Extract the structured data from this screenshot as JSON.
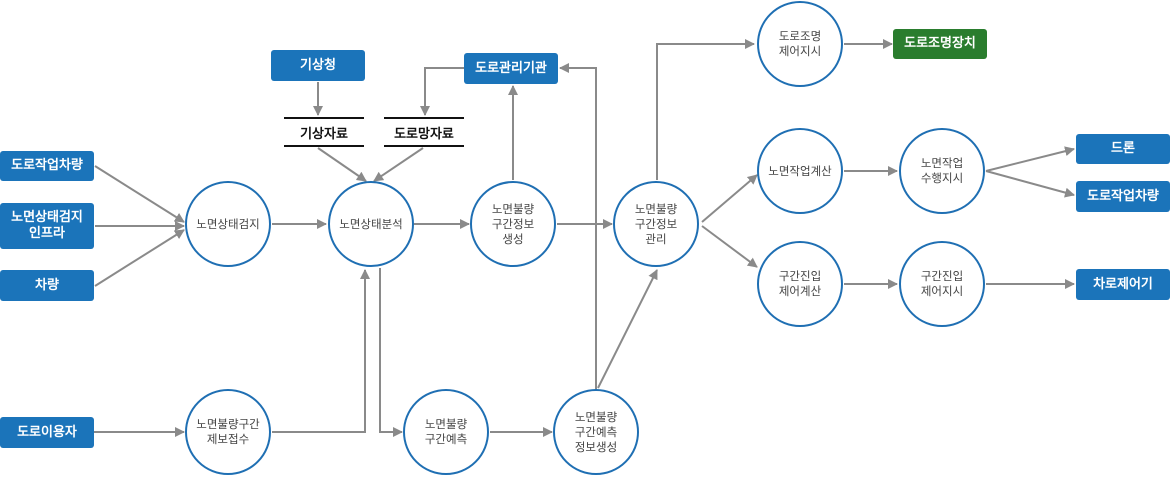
{
  "sources": {
    "road_work_vehicle": "도로작업차량",
    "road_surface_infra": "노면상태검지\n인프라",
    "vehicle": "차량",
    "road_user": "도로이용자"
  },
  "agencies": {
    "kma": "기상청",
    "road_authority": "도로관리기관"
  },
  "data_stores": {
    "weather_data": "기상자료",
    "road_network_data": "도로망자료"
  },
  "processes": {
    "surface_detection": "노면상태검지",
    "surface_analysis": "노면상태분석",
    "poor_section_info_gen": "노면불량\n구간정보\n생성",
    "poor_section_report": "노면불량구간\n제보접수",
    "poor_section_forecast": "노면불량\n구간예측",
    "forecast_info_gen": "노면불량\n구간예측\n정보생성",
    "poor_section_mgmt": "노면불량\n구간정보\n관리",
    "lighting_control_cmd": "도로조명\n제어지시",
    "work_calc": "노면작업계산",
    "work_exec_cmd": "노면작업\n수행지시",
    "entry_control_calc": "구간진입\n제어계산",
    "entry_control_cmd": "구간진입\n제어지시"
  },
  "outputs": {
    "lighting_device": "도로조명장치",
    "drone": "드론",
    "road_work_vehicle": "도로작업차량",
    "lane_controller": "차로제어기"
  },
  "colors": {
    "box_blue": "#1b74ba",
    "box_green": "#2a7d2e",
    "node_border": "#1f6fb3",
    "arrow": "#8a8a8a"
  }
}
